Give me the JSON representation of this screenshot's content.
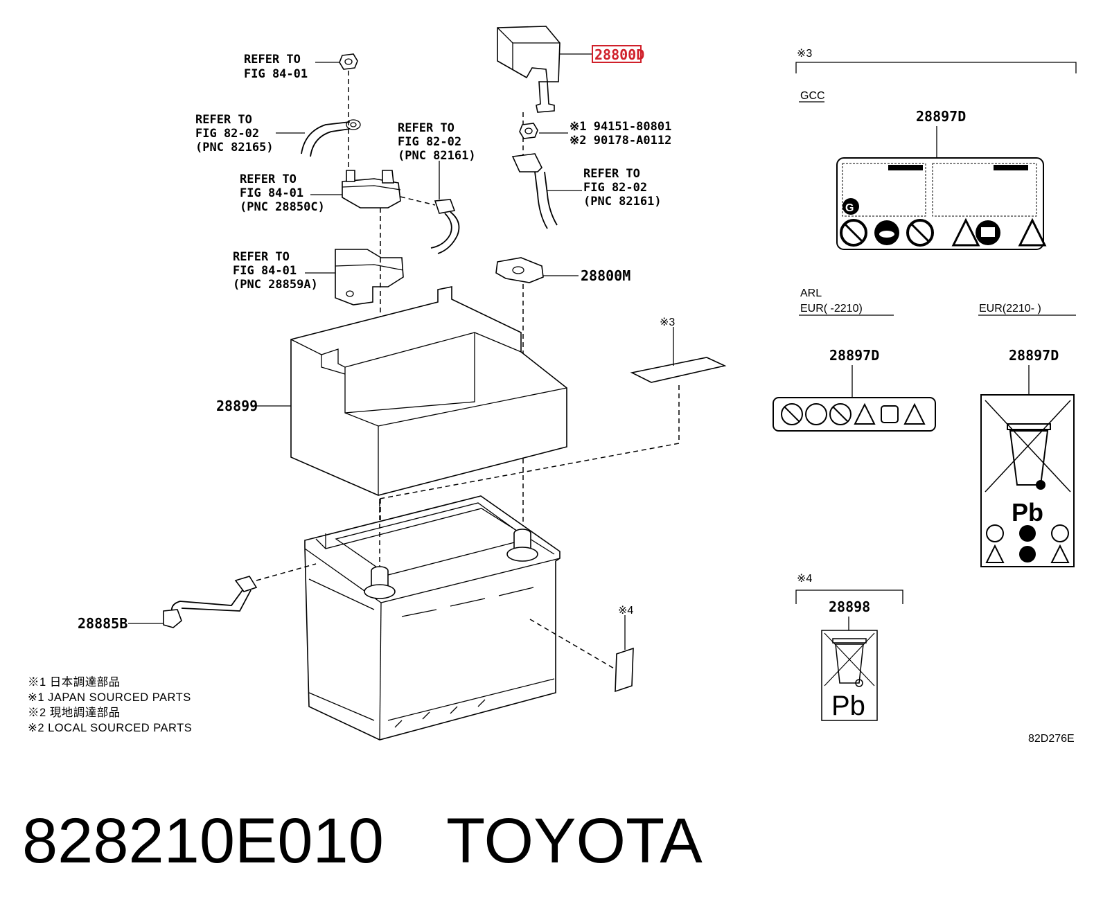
{
  "part_labels": {
    "refer_fig8401_top": [
      "REFER TO",
      "FIG 84-01"
    ],
    "refer_fig8202_pnc82165": [
      "REFER TO",
      "FIG 82-02",
      "(PNC 82165)"
    ],
    "refer_fig8202_pnc82161_left": [
      "REFER TO",
      "FIG 82-02",
      "(PNC 82161)"
    ],
    "refer_fig8401_pnc28850c": [
      "REFER TO",
      "FIG 84-01",
      "(PNC 28850C)"
    ],
    "refer_fig8401_pnc28859a": [
      "REFER TO",
      "FIG 84-01",
      "(PNC 28859A)"
    ],
    "refer_fig8202_pnc82161_right": [
      "REFER TO",
      "FIG 82-02",
      "(PNC 82161)"
    ],
    "fastener_1": "※1 94151-80801",
    "fastener_2": "※2 90178-A0112",
    "p_28800d": "28800D",
    "p_28800m": "28800M",
    "p_28899": "28899",
    "p_28885b": "28885B",
    "note3_callout": "※3",
    "note4_callout": "※4"
  },
  "legend": [
    "※1 日本調達部品",
    "※1 JAPAN SOURCED PARTS",
    "※2 現地調達部品",
    "※2 LOCAL SOURCED PARTS"
  ],
  "labels_panel": {
    "section3_mark": "※3",
    "gcc": {
      "region": "GCC",
      "part": "28897D"
    },
    "arl": {
      "region": "ARL",
      "range": "EUR(        -2210)",
      "part": "28897D"
    },
    "eur": {
      "range": "EUR(2210-        )",
      "part": "28897D"
    },
    "section4_mark": "※4",
    "recycle": {
      "part": "28898",
      "symbol_text": "Pb"
    },
    "eur_symbol_text": "Pb"
  },
  "figure_code": "82D276E",
  "caption": {
    "part_number": "828210E010",
    "brand": "TOYOTA"
  },
  "highlight_color": "#d0202a"
}
